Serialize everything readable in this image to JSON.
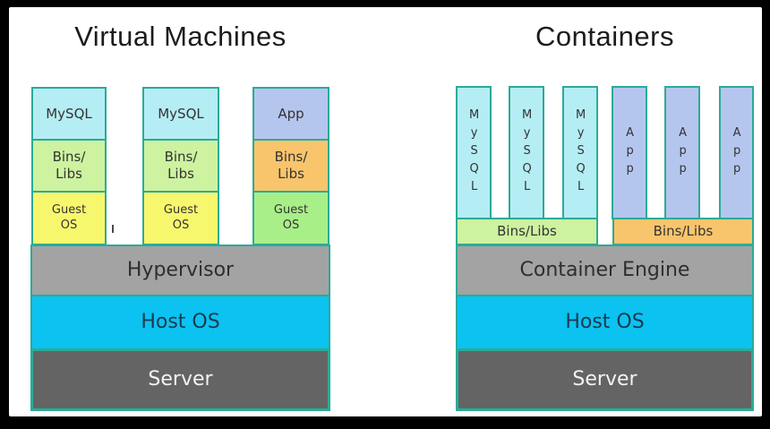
{
  "colors": {
    "canvas_bg": "#000000",
    "slide_bg": "#ffffff",
    "border_teal": "#2bab97",
    "cyan_box": "#b5edf4",
    "green_box": "#cdf2a0",
    "yellow_box": "#f7f76e",
    "periwinkle_box": "#b5c6ee",
    "orange_box": "#f8c56c",
    "guest_green_box": "#a8ef88",
    "gray_layer": "#a3a3a3",
    "host_cyan": "#0cc2f1",
    "server_gray": "#646464",
    "title_text": "#1c1c1c",
    "label_text": "#333333",
    "host_text": "#1a3a4e",
    "server_text": "#f2f2f2"
  },
  "vm_panel": {
    "title": "Virtual Machines",
    "stacks": [
      {
        "top": "MySQL",
        "mid": "Bins/\nLibs",
        "bottom": "Guest\nOS"
      },
      {
        "top": "MySQL",
        "mid": "Bins/\nLibs",
        "bottom": "Guest\nOS"
      },
      {
        "top": "App",
        "mid": "Bins/\nLibs",
        "bottom": "Guest\nOS"
      }
    ],
    "layers": {
      "hypervisor": "Hypervisor",
      "host_os": "Host OS",
      "server": "Server"
    }
  },
  "container_panel": {
    "title": "Containers",
    "columns": [
      "MySQL",
      "MySQL",
      "MySQL",
      "App",
      "App",
      "App"
    ],
    "bins_left": "Bins/Libs",
    "bins_right": "Bins/Libs",
    "layers": {
      "engine": "Container Engine",
      "host_os": "Host OS",
      "server": "Server"
    }
  }
}
